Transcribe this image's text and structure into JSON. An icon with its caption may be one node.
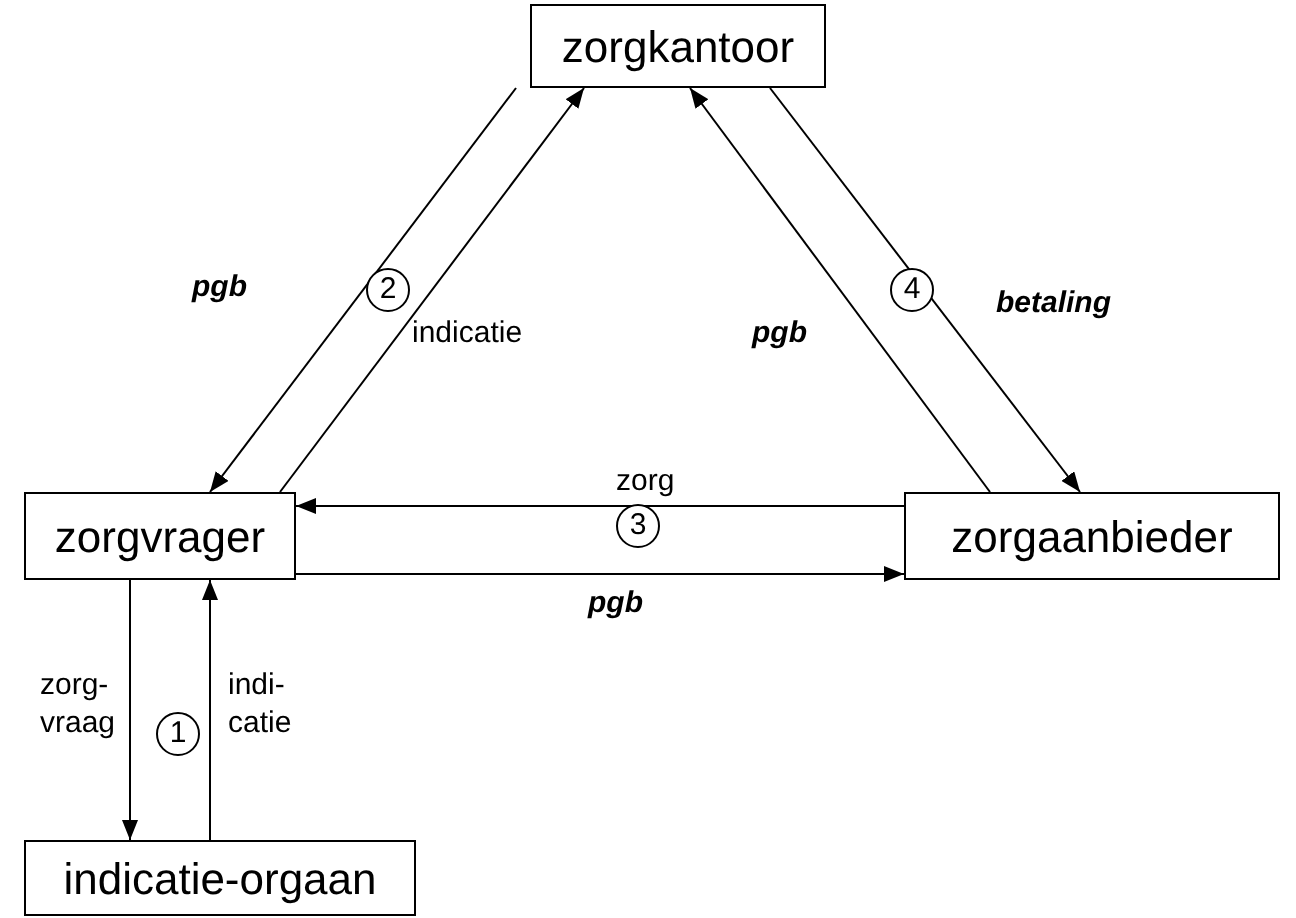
{
  "diagram": {
    "nodes": [
      {
        "text": [
          "zorgkantoor"
        ]
      },
      {
        "text": [
          "zorgvrager"
        ]
      },
      {
        "text": [
          "zorgaanbieder"
        ]
      },
      {
        "text": [
          "indicatie-orgaan"
        ]
      }
    ],
    "edges": [
      {
        "from": 0,
        "to": 1,
        "arrow": "to",
        "label": "pgb"
      },
      {
        "from": 1,
        "to": 0,
        "arrow": "to",
        "label": "indicatie"
      },
      {
        "from": 2,
        "to": 0,
        "arrow": "to",
        "label": "pgb"
      },
      {
        "from": 0,
        "to": 2,
        "arrow": "to",
        "label": "betaling"
      },
      {
        "from": 2,
        "to": 1,
        "arrow": "to",
        "label": "zorg"
      },
      {
        "from": 1,
        "to": 2,
        "arrow": "to",
        "label": "pgb"
      },
      {
        "from": 1,
        "to": 3,
        "arrow": "to",
        "label": "zorg- vraag"
      },
      {
        "from": 3,
        "to": 1,
        "arrow": "to",
        "label": "indi- catie"
      }
    ],
    "labels": [
      "2",
      "4",
      "3",
      "1"
    ]
  }
}
